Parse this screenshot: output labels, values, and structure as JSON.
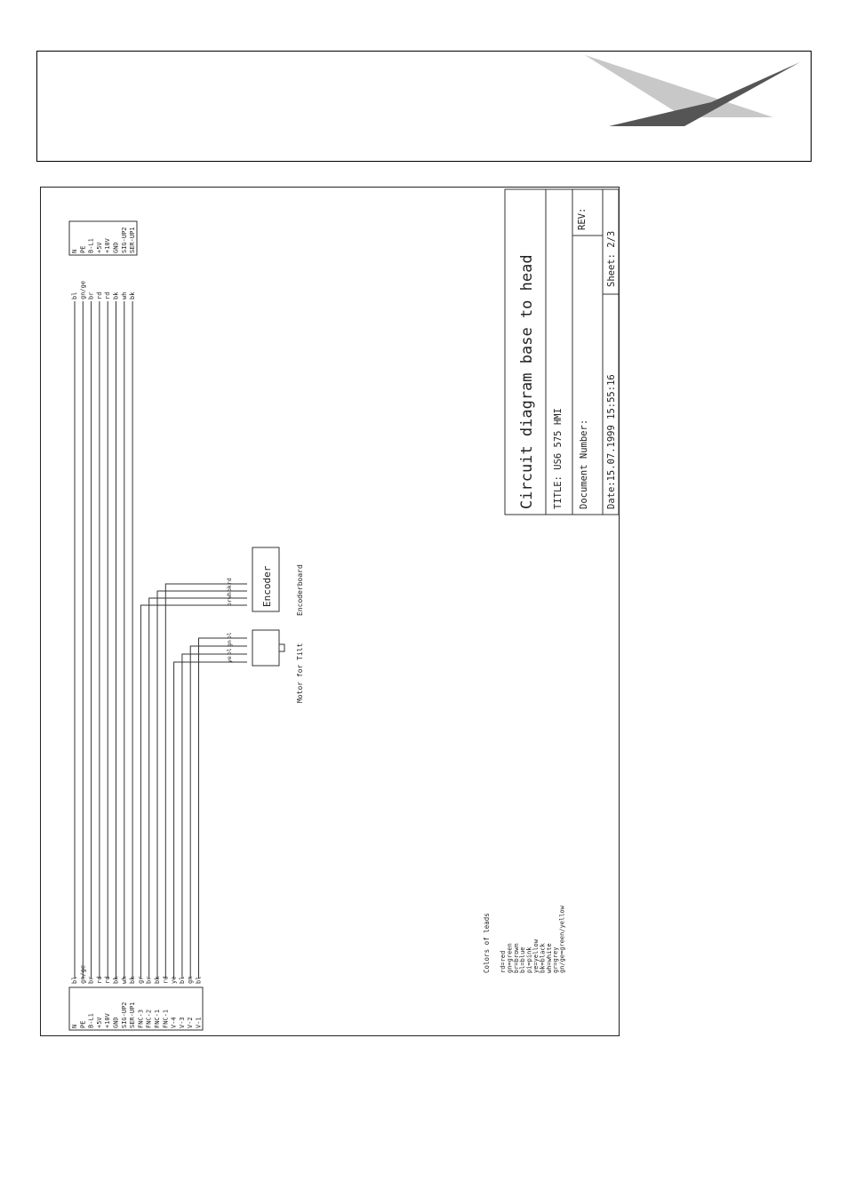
{
  "title_block": {
    "heading": "Circuit diagram base to head",
    "title": "TITLE:  US6 575 HMI",
    "document_number": "Document Number:",
    "rev": "REV:",
    "date": "Date:15.07.1999 15:55:16",
    "sheet": "Sheet: 2/3"
  },
  "bottom_connector": {
    "pins": [
      "N",
      "PE",
      "B-L1",
      "+5V",
      "+10V",
      "GND",
      "SIG-UP2",
      "SER-UP1",
      "FNC-3",
      "FNC-2",
      "FNC-1",
      "FNC-1",
      "V-4",
      "V-3",
      "V-2",
      "V-1"
    ],
    "leads": [
      "bl",
      "gn/ge",
      "br",
      "rd",
      "rd",
      "bk",
      "wh",
      "bk",
      "gr",
      "br",
      "bk",
      "rd",
      "ye",
      "bl",
      "gn",
      "bl"
    ]
  },
  "top_connector": {
    "pins": [
      "N",
      "PE",
      "B-L1",
      "+5V",
      "+10V",
      "GND",
      "SIG-UP2",
      "SER-UP1"
    ],
    "leads": [
      "bl",
      "gn/ge",
      "br",
      "rd",
      "rd",
      "bk",
      "wh",
      "bk"
    ]
  },
  "encoder": {
    "label": "Encoder",
    "caption": "Encoderboard",
    "pins": [
      "br",
      "wh",
      "bk",
      "rd"
    ]
  },
  "motor": {
    "caption": "Motor for Tilt",
    "pins": [
      "ye",
      "bl",
      "gn",
      "bl"
    ]
  },
  "legend": {
    "title": "Colors of leads",
    "items": [
      "rd=red",
      "gn=green",
      "br=brown",
      "bl=blue",
      "pi=pink",
      "ye=yellow",
      "bk=black",
      "wh=white",
      "gr=grey",
      "gn/ge=green/yellow"
    ]
  },
  "colors": {
    "logo_light": "#c8c8c8",
    "logo_dark": "#555555",
    "ink": "#222222"
  }
}
